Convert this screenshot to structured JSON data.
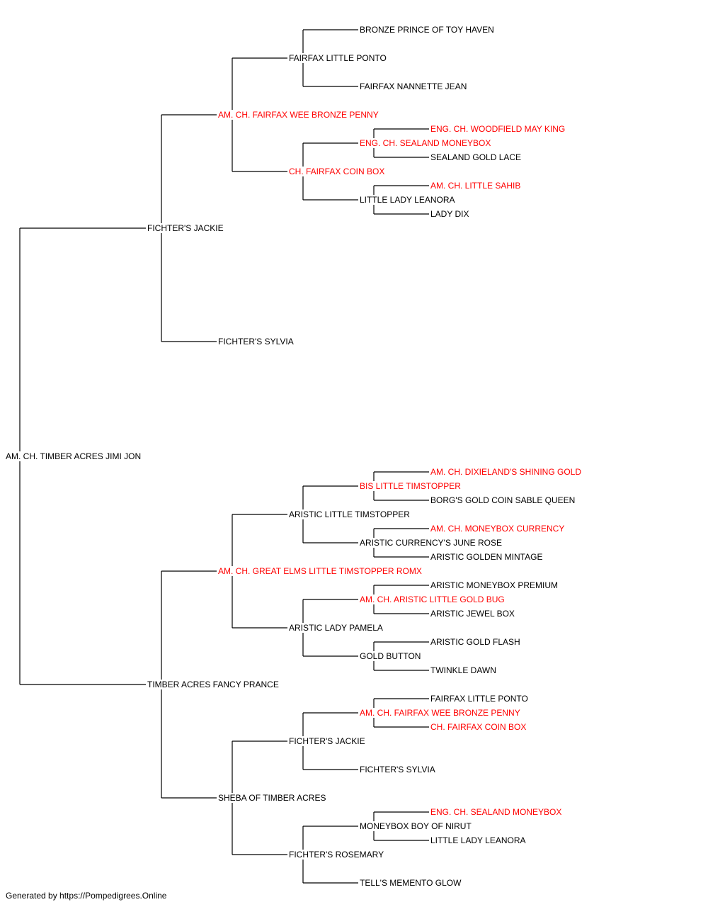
{
  "colors": {
    "champion": "#ff0000",
    "normal": "#000000",
    "line": "#000000"
  },
  "pedigree": {
    "name": "AM. CH. TIMBER ACRES JIMI JON",
    "champion": false,
    "sire": {
      "name": "FICHTER'S JACKIE",
      "champion": false,
      "sire": {
        "name": "AM. CH. FAIRFAX WEE BRONZE PENNY",
        "champion": true,
        "sire": {
          "name": "FAIRFAX LITTLE PONTO",
          "champion": false,
          "sire": {
            "name": "BRONZE PRINCE OF TOY HAVEN",
            "champion": false
          },
          "dam": {
            "name": "FAIRFAX NANNETTE JEAN",
            "champion": false
          }
        },
        "dam": {
          "name": "CH. FAIRFAX COIN BOX",
          "champion": true,
          "sire": {
            "name": "ENG. CH. SEALAND MONEYBOX",
            "champion": true,
            "sire": {
              "name": "ENG. CH. WOODFIELD MAY KING",
              "champion": true
            },
            "dam": {
              "name": "SEALAND GOLD LACE",
              "champion": false
            }
          },
          "dam": {
            "name": "LITTLE LADY LEANORA",
            "champion": false,
            "sire": {
              "name": "AM. CH. LITTLE SAHIB",
              "champion": true
            },
            "dam": {
              "name": "LADY DIX",
              "champion": false
            }
          }
        }
      },
      "dam": {
        "name": "FICHTER'S SYLVIA",
        "champion": false
      }
    },
    "dam": {
      "name": "TIMBER ACRES FANCY PRANCE",
      "champion": false,
      "sire": {
        "name": "AM. CH. GREAT ELMS LITTLE TIMSTOPPER ROMX",
        "champion": true,
        "sire": {
          "name": "ARISTIC LITTLE TIMSTOPPER",
          "champion": false,
          "sire": {
            "name": "BIS LITTLE TIMSTOPPER",
            "champion": true,
            "sire": {
              "name": "AM. CH. DIXIELAND'S SHINING GOLD",
              "champion": true
            },
            "dam": {
              "name": "BORG'S GOLD COIN SABLE QUEEN",
              "champion": false
            }
          },
          "dam": {
            "name": "ARISTIC CURRENCY'S JUNE ROSE",
            "champion": false,
            "sire": {
              "name": "AM. CH. MONEYBOX CURRENCY",
              "champion": true
            },
            "dam": {
              "name": "ARISTIC GOLDEN MINTAGE",
              "champion": false
            }
          }
        },
        "dam": {
          "name": "ARISTIC LADY PAMELA",
          "champion": false,
          "sire": {
            "name": "AM. CH. ARISTIC LITTLE GOLD BUG",
            "champion": true,
            "sire": {
              "name": "ARISTIC MONEYBOX PREMIUM",
              "champion": false
            },
            "dam": {
              "name": "ARISTIC JEWEL BOX",
              "champion": false
            }
          },
          "dam": {
            "name": "GOLD BUTTON",
            "champion": false,
            "sire": {
              "name": "ARISTIC GOLD FLASH",
              "champion": false
            },
            "dam": {
              "name": "TWINKLE DAWN",
              "champion": false
            }
          }
        }
      },
      "dam": {
        "name": "SHEBA OF TIMBER ACRES",
        "champion": false,
        "sire": {
          "name": "FICHTER'S JACKIE",
          "champion": false,
          "sire": {
            "name": "AM. CH. FAIRFAX WEE BRONZE PENNY",
            "champion": true,
            "sire": {
              "name": "FAIRFAX LITTLE PONTO",
              "champion": false
            },
            "dam": {
              "name": "CH. FAIRFAX COIN BOX",
              "champion": true
            }
          },
          "dam": {
            "name": "FICHTER'S SYLVIA",
            "champion": false
          }
        },
        "dam": {
          "name": "FICHTER'S ROSEMARY",
          "champion": false,
          "sire": {
            "name": "MONEYBOX BOY OF NIRUT",
            "champion": false,
            "sire": {
              "name": "ENG. CH. SEALAND MONEYBOX",
              "champion": true
            },
            "dam": {
              "name": "LITTLE LADY LEANORA",
              "champion": false
            }
          },
          "dam": {
            "name": "TELL'S MEMENTO GLOW",
            "champion": false
          }
        }
      }
    }
  },
  "footer": {
    "text": "Generated by https://Pompedigrees.Online"
  }
}
